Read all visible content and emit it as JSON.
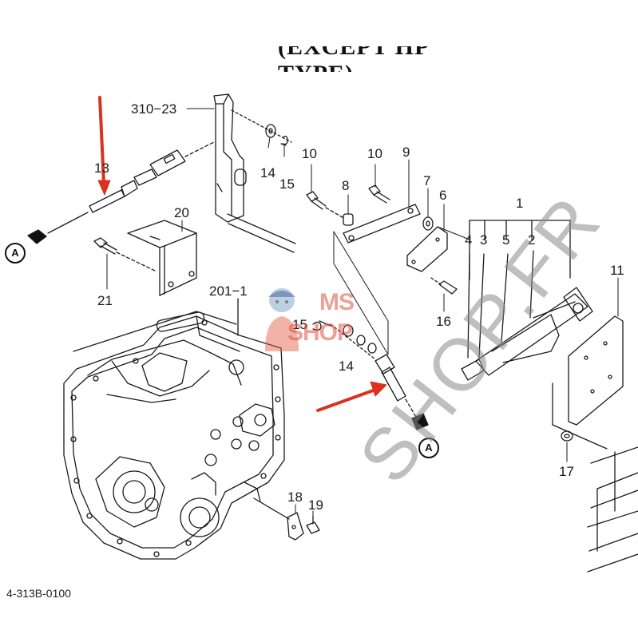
{
  "diagram": {
    "title": "(EXCEPT HP TYPE)",
    "footer_code": "4-313B-0100",
    "callout_marker": "A",
    "watermark_logo_line1": "MS",
    "watermark_logo_line2": "SHOP",
    "watermark_diagonal": "SHOP.FR",
    "colors": {
      "arrow": "#d9321f",
      "line": "#1a1a1a",
      "logo": "#e0543b",
      "watermark": "#8c8c8c"
    },
    "part_labels": {
      "p310_23": "310−23",
      "p13": "13",
      "p14a": "14",
      "p15a": "15",
      "p20": "20",
      "p21": "21",
      "p10a": "10",
      "p10b": "10",
      "p8": "8",
      "p9": "9",
      "p7": "7",
      "p6": "6",
      "p1": "1",
      "p4": "4",
      "p3": "3",
      "p5": "5",
      "p2": "2",
      "p11": "11",
      "p201_1": "201−1",
      "p15b": "15",
      "p14b": "14",
      "p16": "16",
      "p17": "17",
      "p18": "18",
      "p19": "19"
    }
  }
}
